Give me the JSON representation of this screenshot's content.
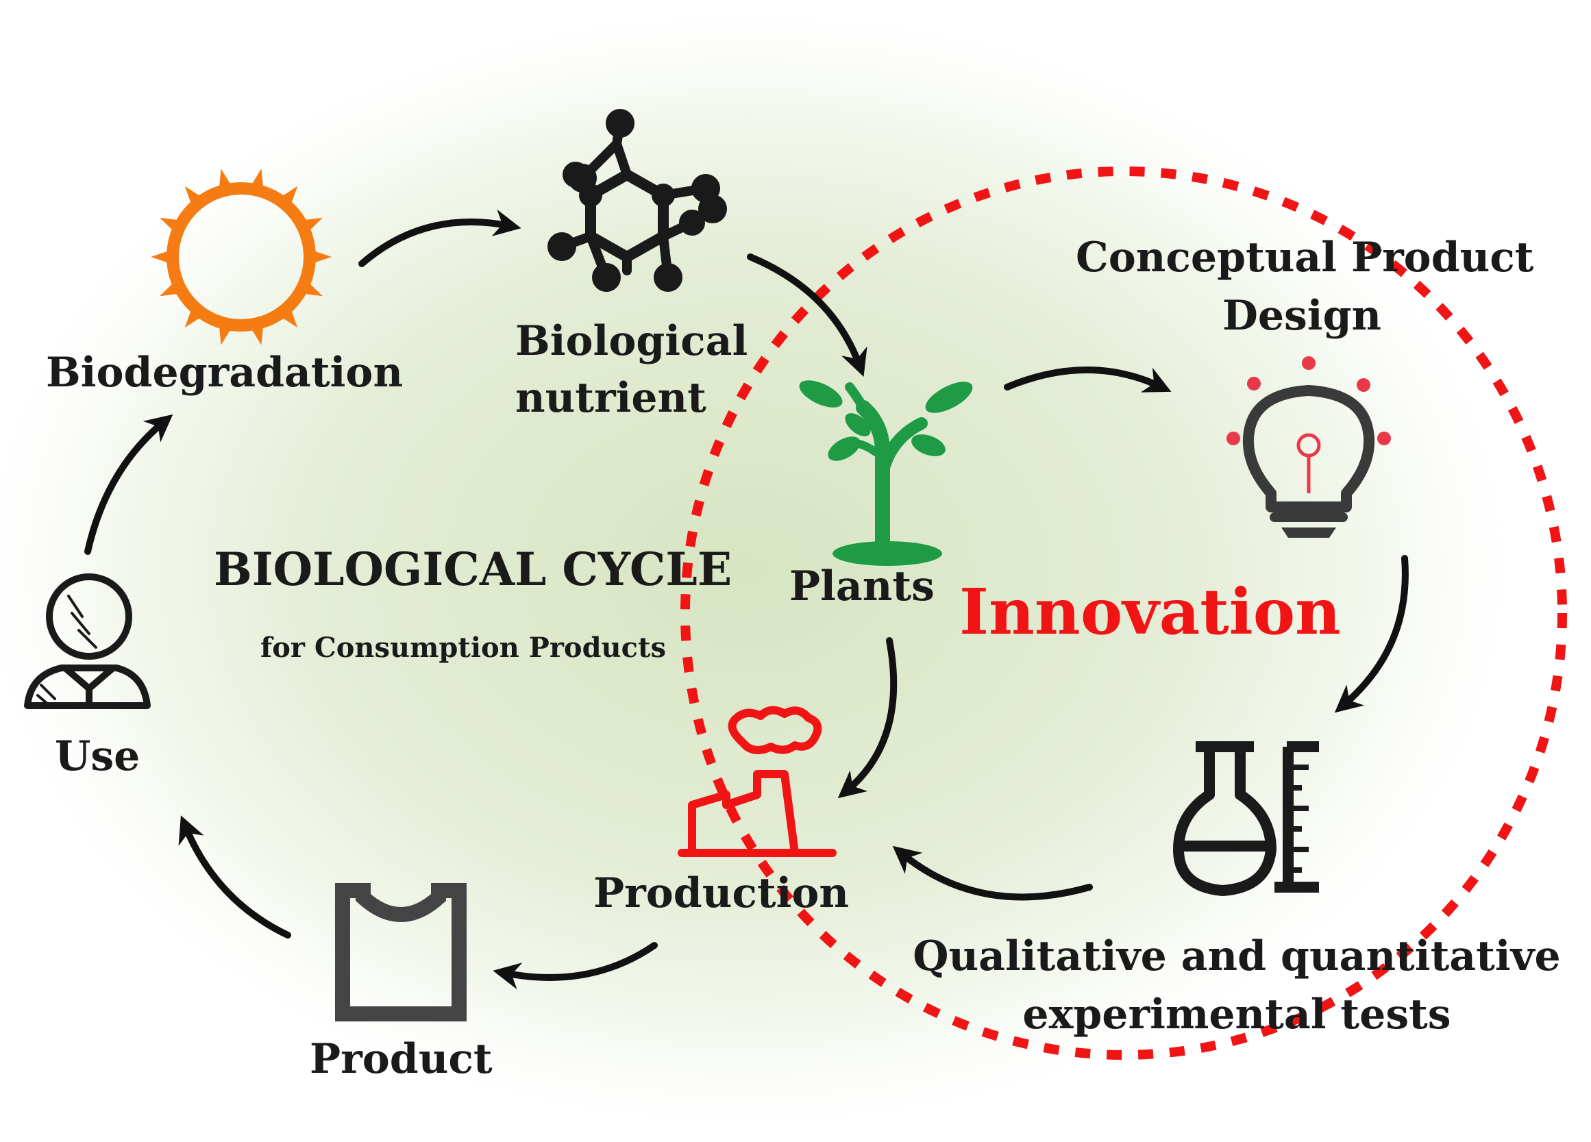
{
  "cycle": {
    "title": "BIOLOGICAL CYCLE",
    "subtitle": "for Consumption Products"
  },
  "innovation_label": "Innovation",
  "nodes": {
    "biodegradation": {
      "label": "Biodegradation",
      "icon": "sun-icon"
    },
    "nutrient": {
      "line1": "Biological",
      "line2": "nutrient",
      "icon": "molecule-icon"
    },
    "plants": {
      "label": "Plants",
      "icon": "sprout-icon"
    },
    "design": {
      "line1": "Conceptual Product",
      "line2": "Design",
      "icon": "lightbulb-icon"
    },
    "tests": {
      "line1": "Qualitative and quantitative",
      "line2": "experimental tests",
      "icon": "flask-icon"
    },
    "production": {
      "label": "Production",
      "icon": "factory-icon"
    },
    "product": {
      "label": "Product",
      "icon": "shirt-icon"
    },
    "use": {
      "label": "Use",
      "icon": "person-icon"
    }
  },
  "colors": {
    "background_glow": "#dfe9cf",
    "innovation_red": "#f01414",
    "sun_orange": "#f47c13",
    "plant_green": "#1f9a45",
    "bulb_red": "#e8394a",
    "dark": "#1a1a1a",
    "shirt_gray": "#444444"
  }
}
